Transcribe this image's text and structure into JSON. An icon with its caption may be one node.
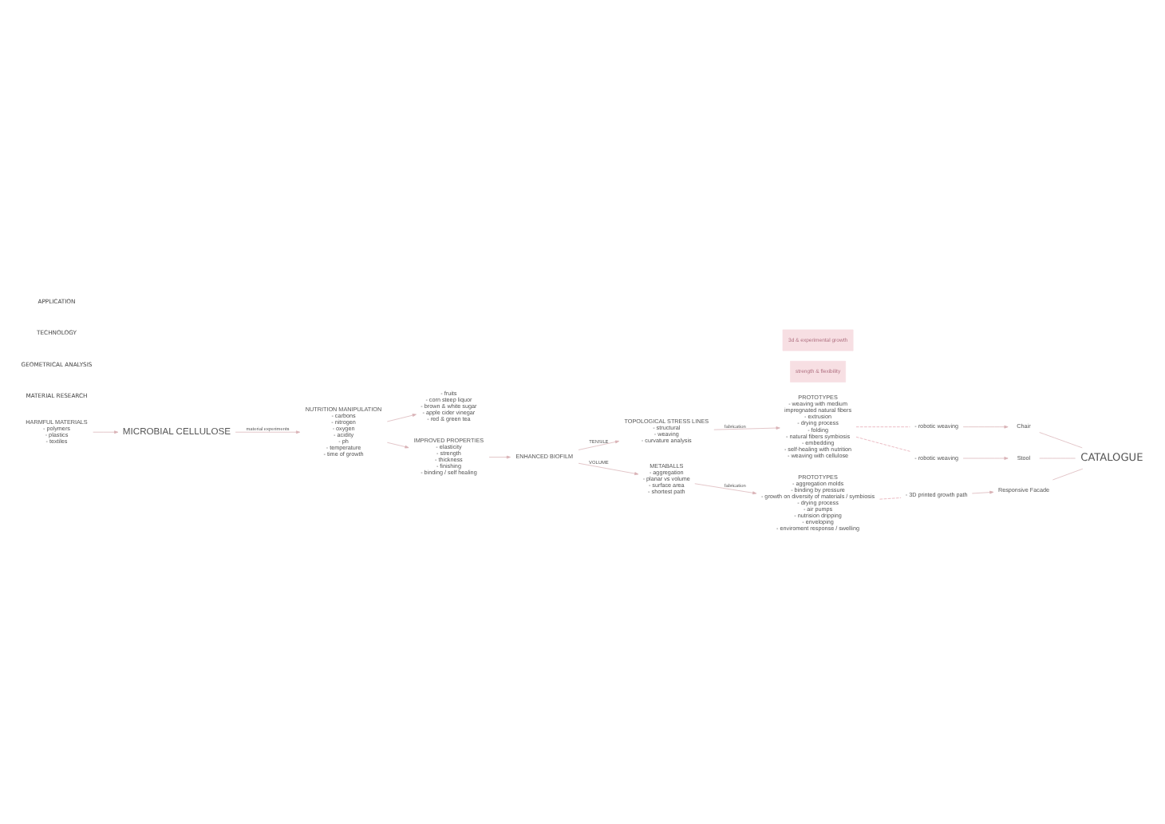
{
  "diagram": {
    "nodes": [
      {
        "text": [
          "HARMFUL MATERIALS",
          "- polymers",
          "- plastics",
          "- textiles"
        ]
      },
      {
        "text": [
          "MICROBIAL CELLULOSE"
        ]
      },
      {
        "text": [
          "NUTRITION MANIPULATION",
          "- carbons",
          "- nitrogen",
          "- oxygen",
          "- acidity",
          "- ph",
          "- temperature",
          "- time of growth"
        ]
      },
      {
        "text": [
          "- fruits",
          "- corn steep liquor",
          "- brown & white sugar",
          "- apple cider vinegar",
          "- red & green tea"
        ]
      },
      {
        "text": [
          "IMPROVED PROPERTIES",
          "- elasticity",
          "- strength",
          "- thickness",
          "- finishing",
          "- binding / self healing"
        ]
      },
      {
        "text": [
          "ENHANCED BIOFILM"
        ]
      },
      {
        "text": [
          "TOPOLOGICAL STRESS LINES",
          "- structural",
          "- weaving",
          "- curvature analysis"
        ]
      },
      {
        "text": [
          "PROTOTYPES",
          "- weaving with medium",
          "impregnated natural fibers",
          "- extrusion",
          "- drying process",
          "- folding",
          "- natural fibers symbiosis",
          "- embedding",
          "- self-healing with nutrition",
          "- weaving with cellulose"
        ]
      },
      {
        "text": [
          "PROTOTYPES",
          "- aggregation molds",
          "- binding by pressure",
          "- growth on diversity of materials / symbiosis",
          "- drying process",
          "- air pumps",
          "- nutrision dripping",
          "- enveloping",
          "- enviroment response / swelling"
        ]
      },
      {
        "text": [
          "METABALLS",
          "- aggregation",
          "- planar vs volume",
          "- surface area",
          "- shortest path"
        ]
      },
      {
        "text": [
          "- robotic weaving"
        ]
      },
      {
        "text": [
          "- robotic weaving"
        ]
      },
      {
        "text": [
          "- 3D printed growth path"
        ]
      },
      {
        "text": [
          "Chair"
        ]
      },
      {
        "text": [
          "Stool"
        ]
      },
      {
        "text": [
          "Responsive Facade"
        ]
      },
      {
        "text": [
          "strength & flexibility"
        ]
      },
      {
        "text": [
          "3d & experimental growth"
        ]
      },
      {
        "text": [
          "CATALOGUE"
        ]
      }
    ],
    "edges": [
      {
        "from": 0,
        "to": 1,
        "arrow": "to"
      },
      {
        "from": 1,
        "to": 2,
        "arrow": "to",
        "label": "material experiments"
      },
      {
        "from": 2,
        "to": 3,
        "arrow": "to"
      },
      {
        "from": 2,
        "to": 4,
        "arrow": "to"
      },
      {
        "from": 4,
        "to": 5,
        "arrow": "to"
      },
      {
        "from": 5,
        "to": 6,
        "arrow": "to",
        "label": "TENSILE"
      },
      {
        "from": 5,
        "to": 9,
        "arrow": "to",
        "label": "VOLUME"
      },
      {
        "from": 6,
        "to": 7,
        "arrow": "to",
        "label": "fabrication"
      },
      {
        "from": 9,
        "to": 8,
        "arrow": "to",
        "label": "fabrication"
      },
      {
        "from": 7,
        "to": 10,
        "arrow": "none",
        "style": "dashed",
        "color": "#e3a3ad"
      },
      {
        "from": 7,
        "to": 11,
        "arrow": "none",
        "style": "dashed",
        "color": "#e3a3ad"
      },
      {
        "from": 8,
        "to": 12,
        "arrow": "none",
        "style": "dashed",
        "color": "#e3a3ad"
      },
      {
        "from": 10,
        "to": 13,
        "arrow": "to"
      },
      {
        "from": 11,
        "to": 14,
        "arrow": "to"
      },
      {
        "from": 12,
        "to": 15,
        "arrow": "to"
      },
      {
        "from": 13,
        "to": 18,
        "arrow": "none"
      },
      {
        "from": 14,
        "to": 18,
        "arrow": "none"
      },
      {
        "from": 15,
        "to": 18,
        "arrow": "none"
      }
    ],
    "labels": [
      "MATERIAL RESEARCH",
      "GEOMETRICAL ANALYSIS",
      "TECHNOLOGY",
      "APPLICATION"
    ]
  }
}
